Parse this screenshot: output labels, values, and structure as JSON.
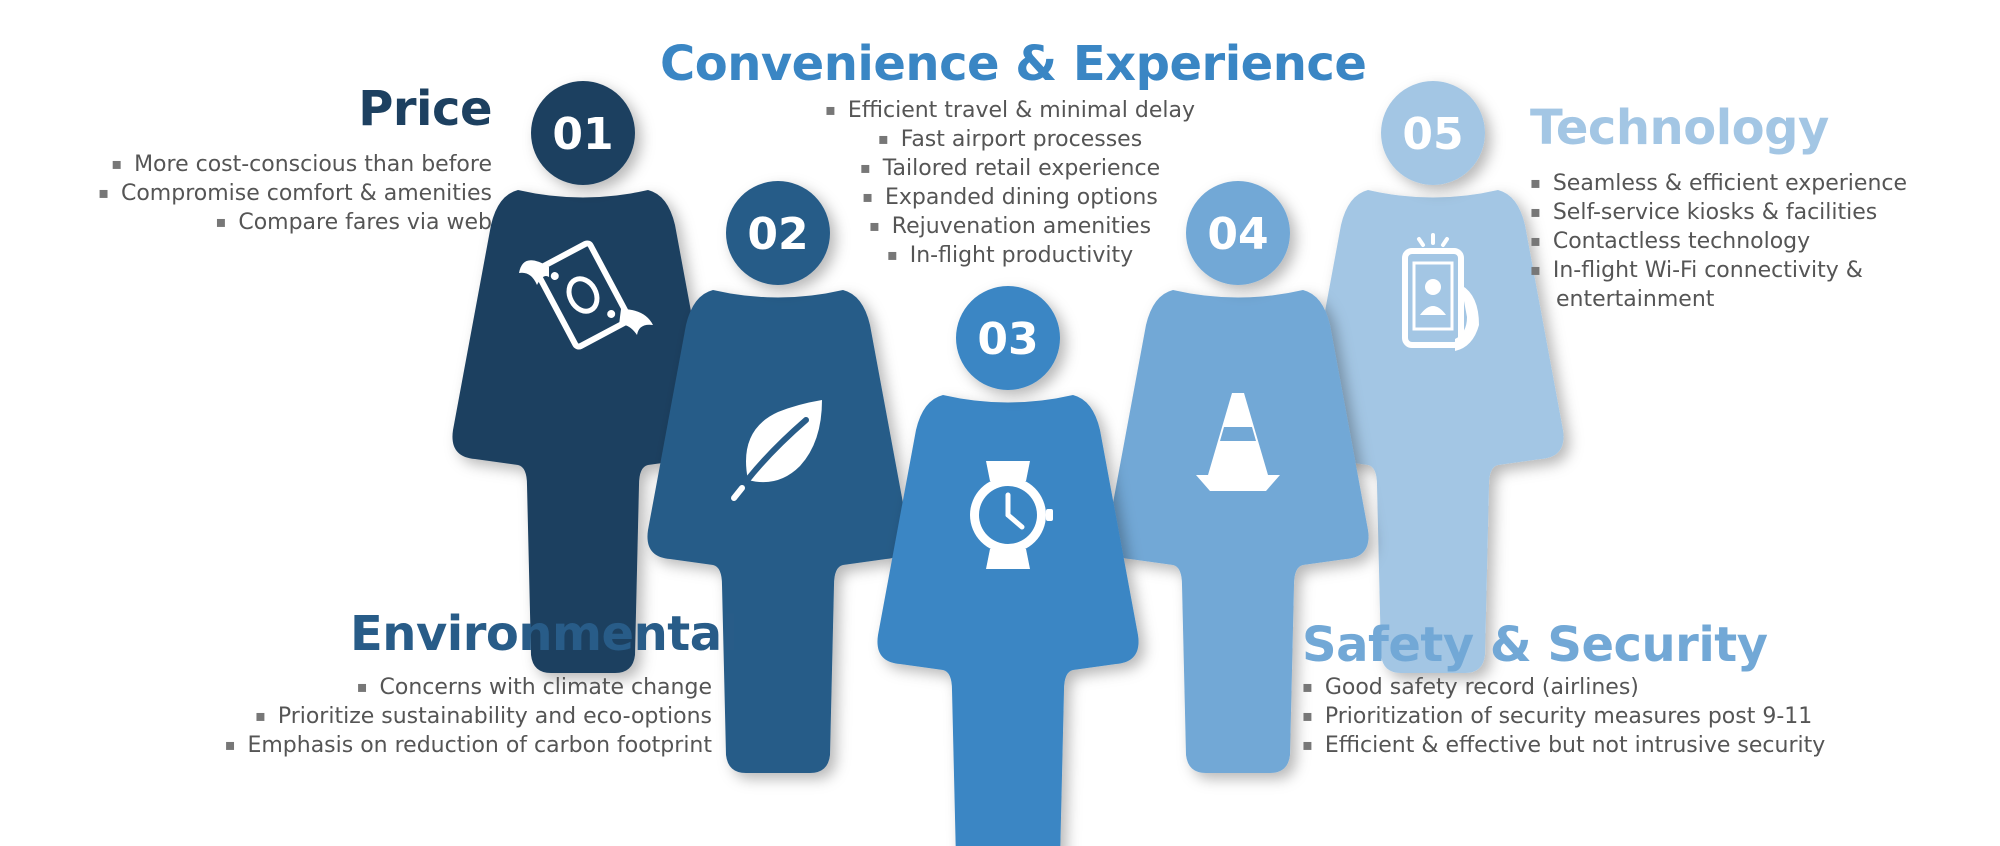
{
  "colors": {
    "p1": "#1d4060",
    "p2": "#285c88",
    "p3": "#3a86c4",
    "p4": "#72a8d6",
    "p5": "#a3c6e4",
    "text": "#555555",
    "white": "#ffffff"
  },
  "figures": [
    {
      "number": "01",
      "icon": "flying-money-icon"
    },
    {
      "number": "02",
      "icon": "leaf-icon"
    },
    {
      "number": "03",
      "icon": "smartwatch-icon"
    },
    {
      "number": "04",
      "icon": "traffic-cone-icon"
    },
    {
      "number": "05",
      "icon": "smartphone-hand-icon"
    }
  ],
  "sections": {
    "price": {
      "title": "Price",
      "items": [
        "More cost-conscious than before",
        "Compromise comfort & amenities",
        "Compare fares via web"
      ]
    },
    "convenience": {
      "title": "Convenience & Experience",
      "items": [
        "Efficient travel & minimal delay",
        "Fast airport processes",
        "Tailored retail experience",
        "Expanded dining options",
        "Rejuvenation amenities",
        "In-flight productivity"
      ]
    },
    "technology": {
      "title": "Technology",
      "items": [
        "Seamless & efficient experience",
        "Self-service kiosks & facilities",
        "Contactless technology",
        "In-flight Wi-Fi connectivity & entertainment"
      ]
    },
    "environmental": {
      "title": "Environmental",
      "items": [
        "Concerns with climate change",
        "Prioritize sustainability and eco-options",
        "Emphasis on reduction of carbon footprint"
      ]
    },
    "safety": {
      "title": "Safety & Security",
      "items": [
        "Good safety record (airlines)",
        "Prioritization of security measures post 9-11",
        "Efficient & effective but not intrusive security"
      ]
    }
  }
}
